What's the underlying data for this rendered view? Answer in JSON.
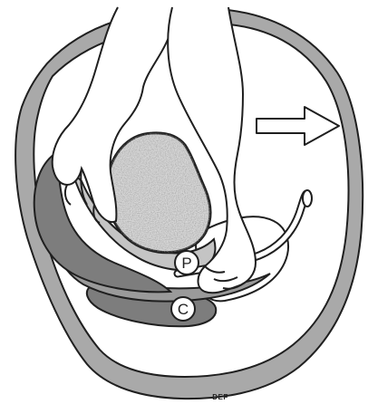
{
  "labels": {
    "p": "P",
    "c": "C",
    "artist_signature": "DEF"
  },
  "icons": {
    "direction_arrow": "right-arrow-icon"
  },
  "colors": {
    "outline": "#1f1f1f",
    "skin_band": "#a9a9a9",
    "inner_field": "#ffffff",
    "dark_tissue": "#7d7d7d",
    "medium_tissue": "#9a9a9a",
    "light_tissue": "#c4c4c4",
    "mass_fill": "#d8d8d8"
  }
}
